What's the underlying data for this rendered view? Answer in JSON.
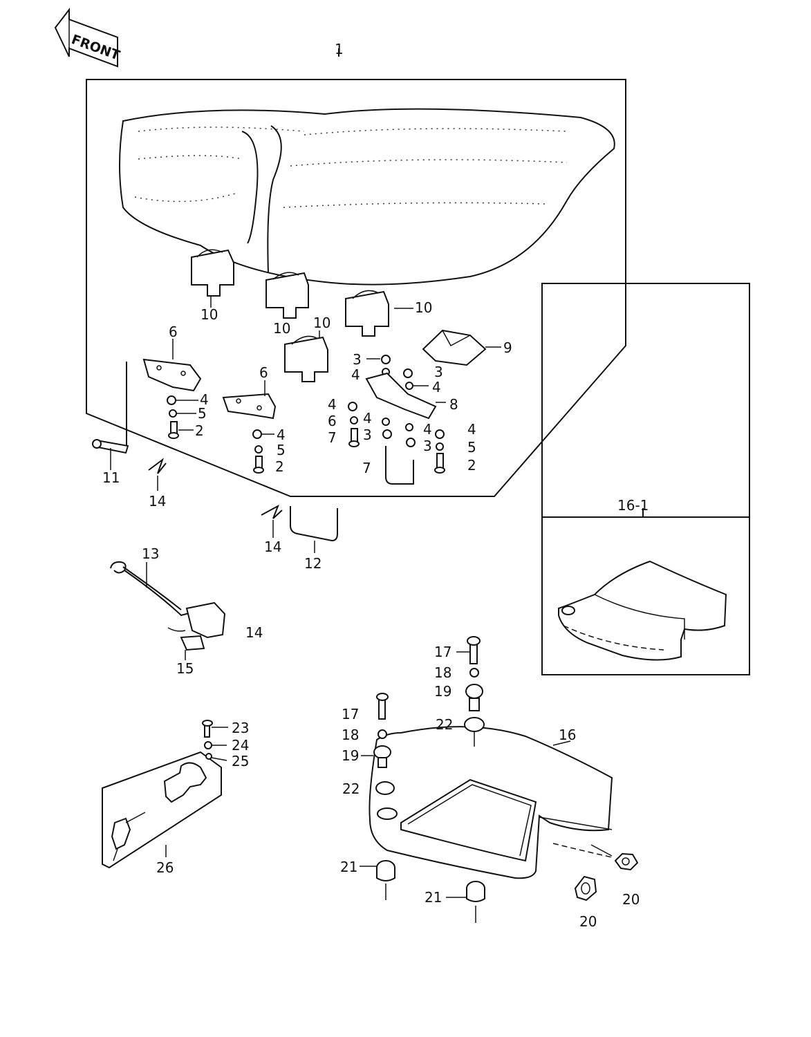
{
  "front_label": "FRONT",
  "callouts": [
    {
      "id": "c1",
      "text": "1"
    },
    {
      "id": "c10a",
      "text": "10"
    },
    {
      "id": "c10b",
      "text": "10"
    },
    {
      "id": "c10c",
      "text": "10"
    },
    {
      "id": "c10d",
      "text": "10"
    },
    {
      "id": "c9",
      "text": "9"
    },
    {
      "id": "c6a",
      "text": "6"
    },
    {
      "id": "c6b",
      "text": "6"
    },
    {
      "id": "c4a",
      "text": "4"
    },
    {
      "id": "c5a",
      "text": "5"
    },
    {
      "id": "c2a",
      "text": "2"
    },
    {
      "id": "c4b",
      "text": "4"
    },
    {
      "id": "c5b",
      "text": "5"
    },
    {
      "id": "c2b",
      "text": "2"
    },
    {
      "id": "c3a",
      "text": "3"
    },
    {
      "id": "c4c",
      "text": "4"
    },
    {
      "id": "c3b",
      "text": "3"
    },
    {
      "id": "c4d",
      "text": "4"
    },
    {
      "id": "c8",
      "text": "8"
    },
    {
      "id": "c4e",
      "text": "4"
    },
    {
      "id": "c6c",
      "text": "6"
    },
    {
      "id": "c4f",
      "text": "4"
    },
    {
      "id": "c7a",
      "text": "7"
    },
    {
      "id": "c3c",
      "text": "3"
    },
    {
      "id": "c4g",
      "text": "4"
    },
    {
      "id": "c4h",
      "text": "4"
    },
    {
      "id": "c3d",
      "text": "3"
    },
    {
      "id": "c5c",
      "text": "5"
    },
    {
      "id": "c7b",
      "text": "7"
    },
    {
      "id": "c2c",
      "text": "2"
    },
    {
      "id": "c11",
      "text": "11"
    },
    {
      "id": "c14a",
      "text": "14"
    },
    {
      "id": "c14b",
      "text": "14"
    },
    {
      "id": "c12",
      "text": "12"
    },
    {
      "id": "c13",
      "text": "13"
    },
    {
      "id": "c14c",
      "text": "14"
    },
    {
      "id": "c15",
      "text": "15"
    },
    {
      "id": "c161",
      "text": "16-1"
    },
    {
      "id": "c17a",
      "text": "17"
    },
    {
      "id": "c18a",
      "text": "18"
    },
    {
      "id": "c19a",
      "text": "19"
    },
    {
      "id": "c22a",
      "text": "22"
    },
    {
      "id": "c17b",
      "text": "17"
    },
    {
      "id": "c18b",
      "text": "18"
    },
    {
      "id": "c19b",
      "text": "19"
    },
    {
      "id": "c22b",
      "text": "22"
    },
    {
      "id": "c16",
      "text": "16"
    },
    {
      "id": "c21a",
      "text": "21"
    },
    {
      "id": "c21b",
      "text": "21"
    },
    {
      "id": "c20a",
      "text": "20"
    },
    {
      "id": "c20b",
      "text": "20"
    },
    {
      "id": "c23",
      "text": "23"
    },
    {
      "id": "c24",
      "text": "24"
    },
    {
      "id": "c25",
      "text": "25"
    },
    {
      "id": "c26",
      "text": "26"
    }
  ]
}
